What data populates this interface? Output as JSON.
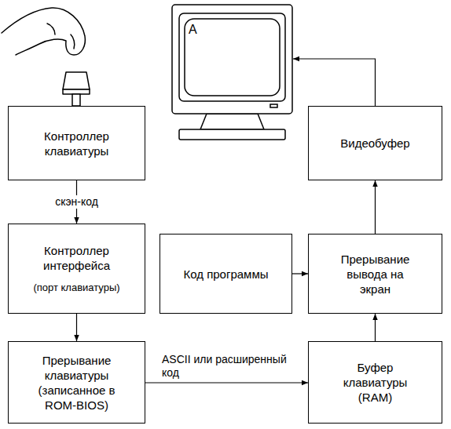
{
  "diagram": {
    "nodes": [
      {
        "text": [
          "A"
        ]
      },
      {
        "text": [
          "Контроллер клавиатуры"
        ]
      },
      {
        "text": [
          "Видеобуфер"
        ]
      },
      {
        "text": [
          "Контроллер интерфейса",
          "(порт клавиатуры)"
        ]
      },
      {
        "text": [
          "Код программы"
        ]
      },
      {
        "text": [
          "Прерывание вывода на экран"
        ]
      },
      {
        "text": [
          "Прерывание клавиатуры (записанное в ROM-BIOS)"
        ]
      },
      {
        "text": [
          "Буфер клавиатуры (RAM)"
        ]
      }
    ],
    "edges": [
      {
        "from": 1,
        "to": 3,
        "label": "скэн-код",
        "arrow": "to"
      },
      {
        "from": 3,
        "to": 6,
        "arrow": "to"
      },
      {
        "from": 6,
        "to": 7,
        "label": "ASCII или расширенный код",
        "arrow": "to"
      },
      {
        "from": 7,
        "to": 5,
        "arrow": "to"
      },
      {
        "from": 4,
        "to": 5,
        "arrow": "to"
      },
      {
        "from": 5,
        "to": 2,
        "arrow": "to"
      },
      {
        "from": 2,
        "to": 0,
        "arrow": "to"
      }
    ]
  }
}
